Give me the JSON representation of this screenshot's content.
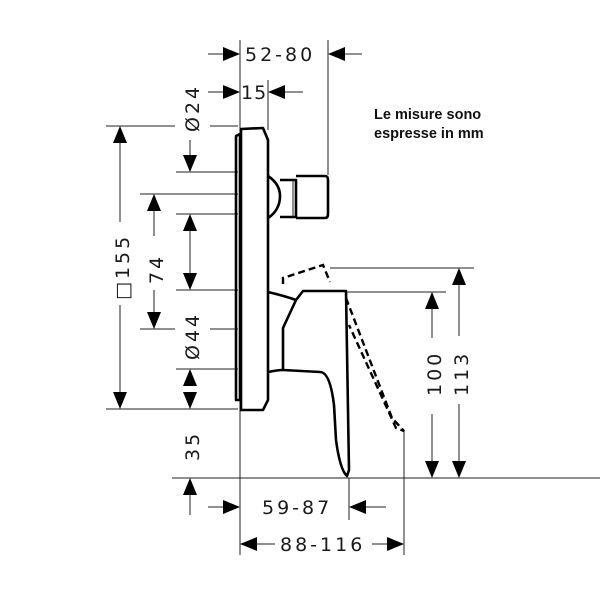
{
  "note": {
    "line1": "Le misure sono",
    "line2": "espresse in mm"
  },
  "dimensions": {
    "top_depth": "52-80",
    "top_offset": "15",
    "diam_top": "Ø24",
    "square_plate": "□155",
    "vertical_74": "74",
    "diam_bottom": "Ø44",
    "bottom_35": "35",
    "height_100": "100",
    "height_113": "113",
    "bottom_depth_1": "59-87",
    "bottom_depth_2": "88-116"
  },
  "colors": {
    "line": "#000000",
    "background": "#ffffff"
  }
}
